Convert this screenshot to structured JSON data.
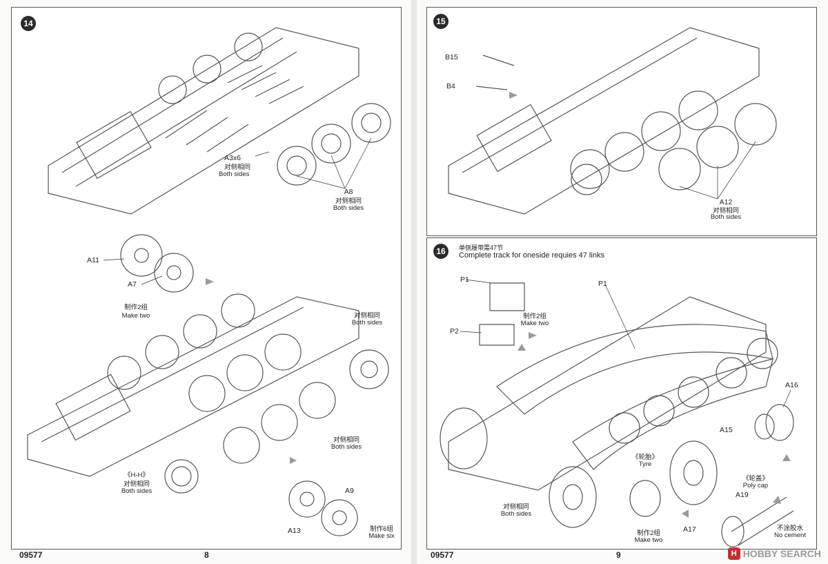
{
  "pages": {
    "left": {
      "number": "8",
      "code": "09577"
    },
    "right": {
      "number": "9",
      "code": "09577"
    }
  },
  "steps": {
    "s14": {
      "badge": "14",
      "labels": {
        "a3x6": "A3x6",
        "a3_cn": "对侧相同",
        "a3_en": "Both sides",
        "a8": "A8",
        "a8_cn": "对侧相同",
        "a8_en": "Both sides",
        "a11": "A11",
        "a7": "A7",
        "make_two_cn": "制作2组",
        "make_two_en": "Make two",
        "hh": "《H-H》",
        "hh_en": "Both sides",
        "right_cn": "对侧相同",
        "right_en": "Both sides",
        "mid_cn": "对侧相同",
        "mid_en": "Both sides",
        "a9": "A9",
        "a13": "A13",
        "make_six_cn": "制作6组",
        "make_six_en": "Make six"
      }
    },
    "s15": {
      "badge": "15",
      "labels": {
        "b15": "B15",
        "b4": "B4",
        "a12": "A12",
        "a12_cn": "对侧相同",
        "a12_en": "Both sides"
      }
    },
    "s16": {
      "badge": "16",
      "header_cn": "单侧履带需47节",
      "header_en": "Complete track for oneside requies 47 links",
      "labels": {
        "p1a": "P1",
        "p2": "P2",
        "make_two_cn": "制作2组",
        "make_two_en": "Make two",
        "p1b": "P1",
        "a16": "A16",
        "a15": "A15",
        "tyre_cn": "《轮胎》",
        "tyre_en": "Tyre",
        "polycap_cn": "《轮盖》",
        "polycap_en": "Poly cap",
        "a19": "A19",
        "a17": "A17",
        "nocement_cn": "不涂胶水",
        "nocement_en": "No cement",
        "bs_cn": "对侧相同",
        "bs_en": "Both sides",
        "mt_cn": "制作2组",
        "mt_en": "Make two"
      }
    }
  },
  "watermark": {
    "logo_text": "H",
    "text": "HOBBY SEARCH"
  }
}
